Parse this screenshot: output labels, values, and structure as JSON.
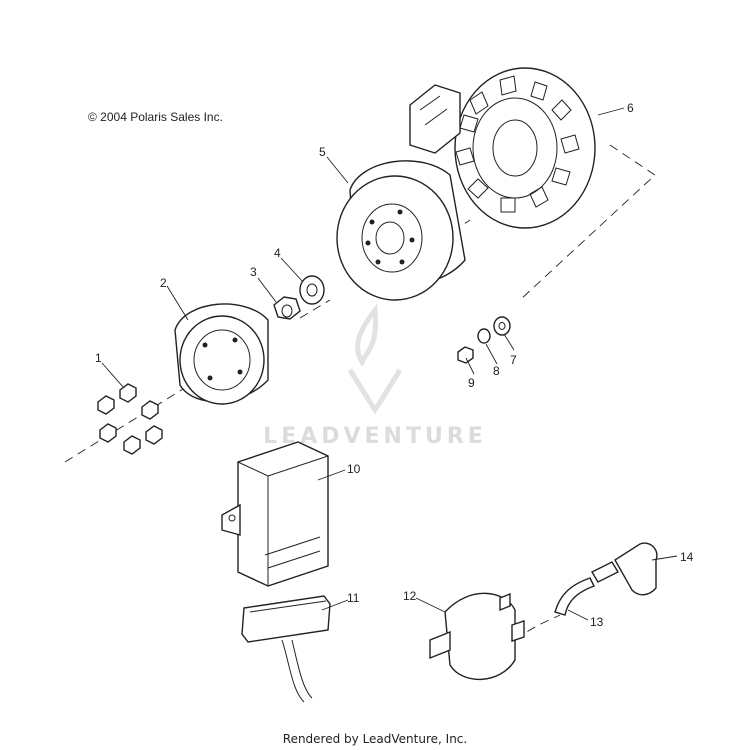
{
  "copyright": "© 2004 Polaris Sales Inc.",
  "footer": "Rendered by LeadVenture, Inc.",
  "watermark": "LEADVENTURE",
  "callouts": [
    "1",
    "2",
    "3",
    "4",
    "5",
    "6",
    "7",
    "8",
    "9",
    "10",
    "11",
    "12",
    "13",
    "14"
  ]
}
